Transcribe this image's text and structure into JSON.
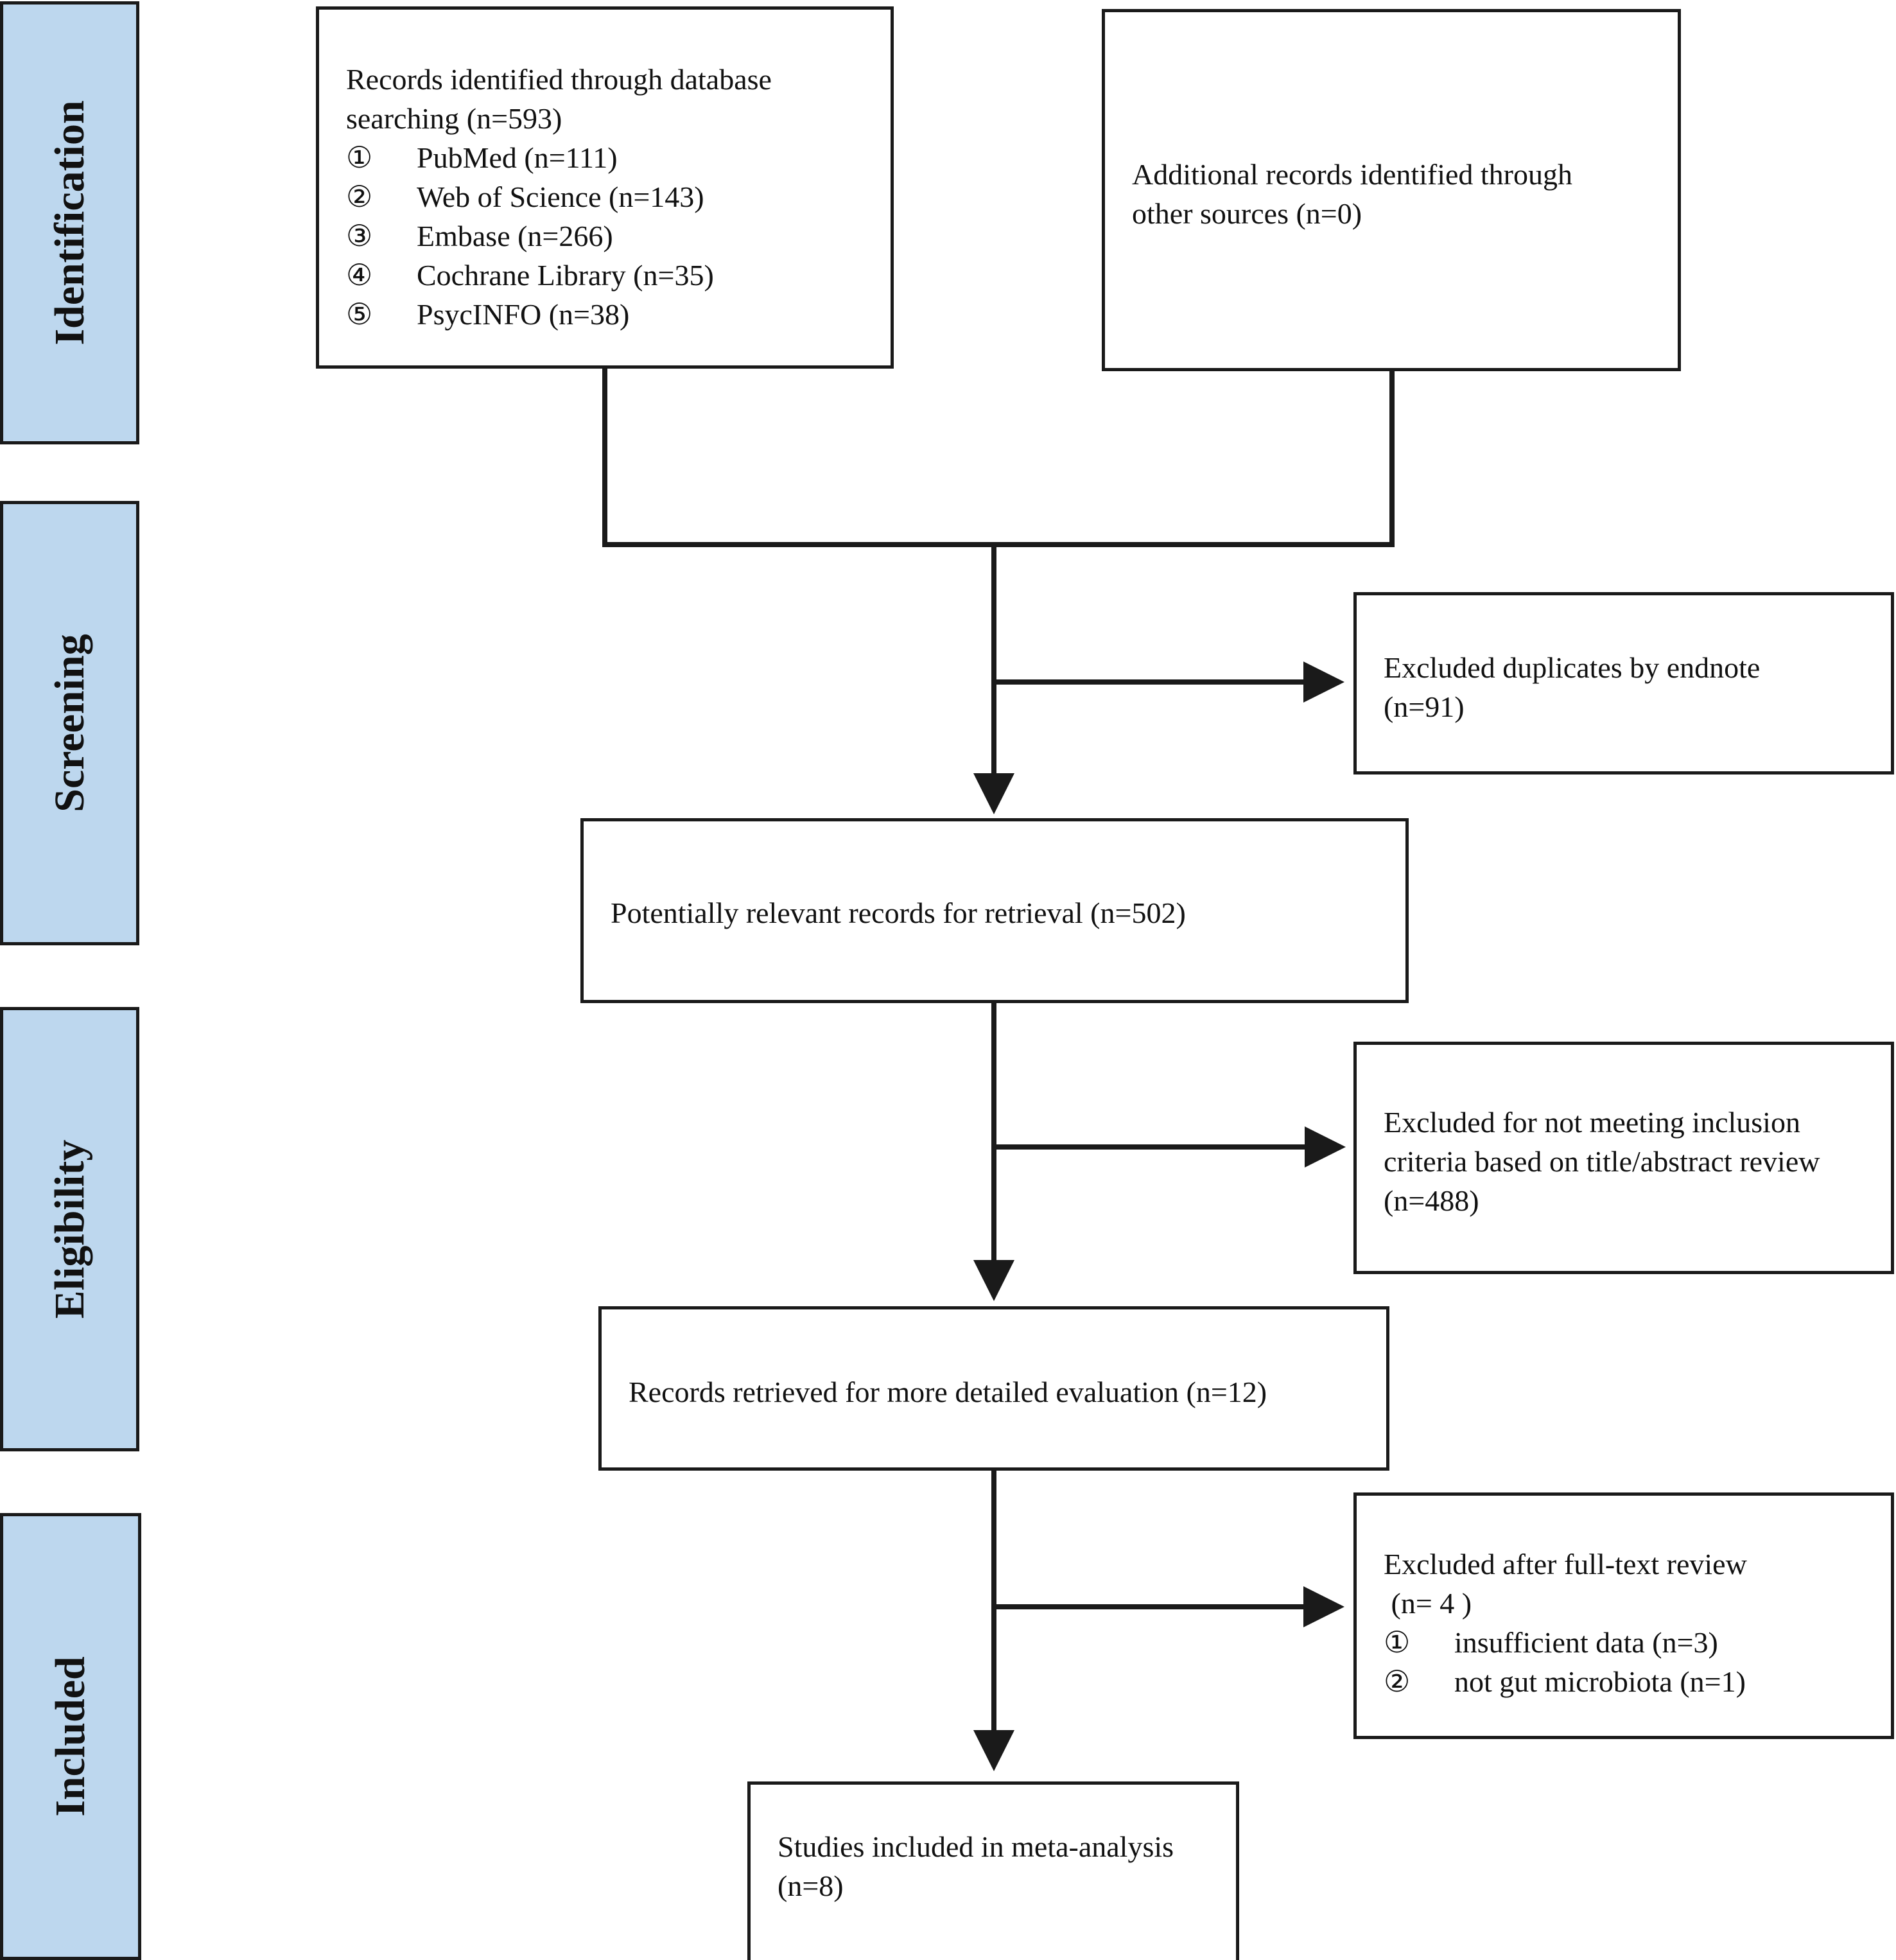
{
  "stages": [
    {
      "id": "identification",
      "label": "Identification"
    },
    {
      "id": "screening",
      "label": "Screening"
    },
    {
      "id": "eligibility",
      "label": "Eligibility"
    },
    {
      "id": "included",
      "label": "Included"
    }
  ],
  "boxes": {
    "database": {
      "line1": "Records identified through database",
      "line2": "searching (n=593)",
      "items": [
        {
          "num": "①",
          "text": "PubMed (n=111)"
        },
        {
          "num": "②",
          "text": "Web of Science (n=143)"
        },
        {
          "num": "③",
          "text": "Embase (n=266)"
        },
        {
          "num": "④",
          "text": "Cochrane Library (n=35)"
        },
        {
          "num": "⑤",
          "text": "PsycINFO (n=38)"
        }
      ]
    },
    "other_sources": {
      "line1": "Additional records identified through",
      "line2": "other sources (n=0)"
    },
    "duplicates": {
      "line1": "Excluded duplicates by endnote",
      "line2": "(n=91)"
    },
    "relevant": {
      "line1": "Potentially relevant records for retrieval (n=502)"
    },
    "not_meeting": {
      "line1": "Excluded for not meeting inclusion",
      "line2": "criteria based on title/abstract review",
      "line3": "(n=488)"
    },
    "detailed": {
      "line1": "Records retrieved for more detailed evaluation (n=12)"
    },
    "fulltext": {
      "line1": "Excluded after full-text review",
      "line2": " (n= 4 )",
      "items": [
        {
          "num": "①",
          "text": "insufficient data (n=3)"
        },
        {
          "num": "②",
          "text": "not gut microbiota (n=1)"
        }
      ]
    },
    "included": {
      "line1": "Studies included in meta-analysis",
      "line2": "(n=8)"
    }
  },
  "colors": {
    "stage_fill": "#bdd7ee",
    "line": "#1a1a1a"
  }
}
